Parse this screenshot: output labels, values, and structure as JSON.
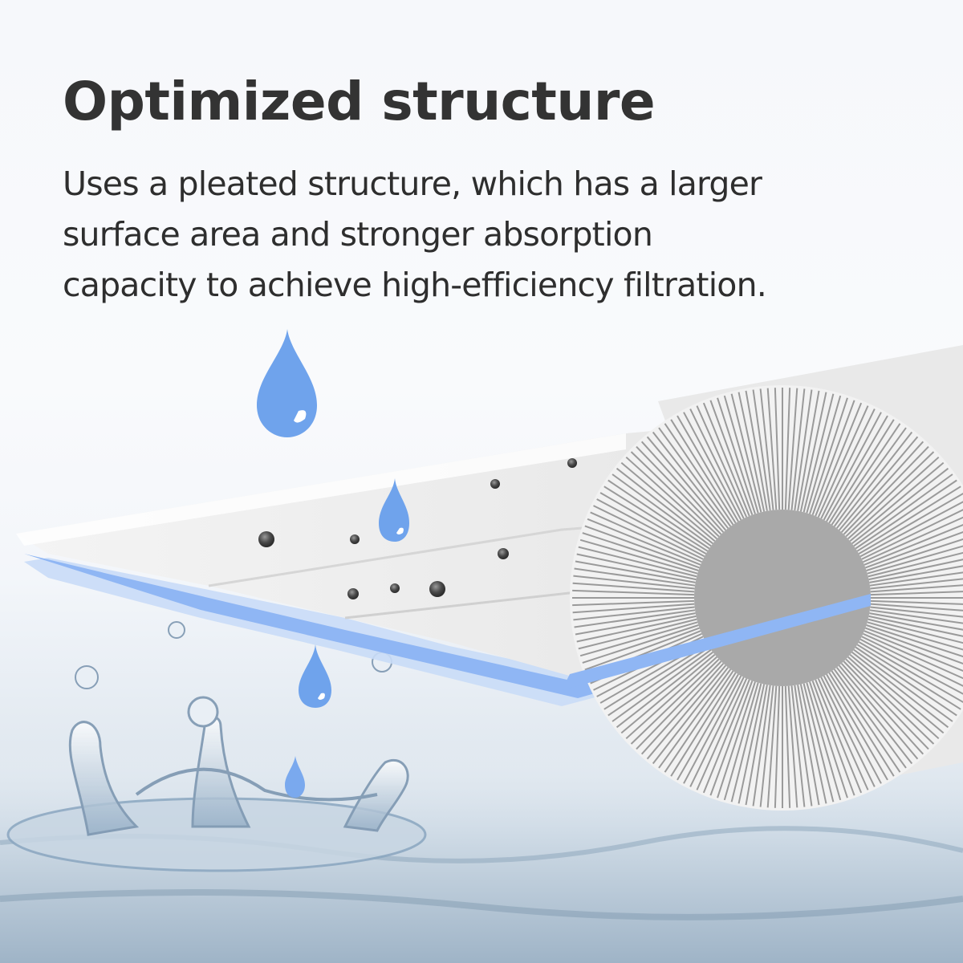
{
  "heading": "Optimized structure",
  "description": {
    "lines": [
      "Uses a pleated structure, which has a larger",
      "surface area and stronger absorption",
      "capacity to achieve high-efficiency filtration."
    ]
  },
  "illustration": {
    "elements": [
      "water-drop-icon",
      "filter-layers",
      "pleated-filter-cartridge",
      "particle-dots",
      "water-splash"
    ],
    "colors": {
      "drop_blue": "#6fa3ec",
      "layer_blue": "#8fb6f4",
      "filter_white": "#f2f2f2",
      "core_gray": "#a9a9a9",
      "particle_dark": "#4a4a4a",
      "water_blue": "#b9c9d8"
    }
  }
}
